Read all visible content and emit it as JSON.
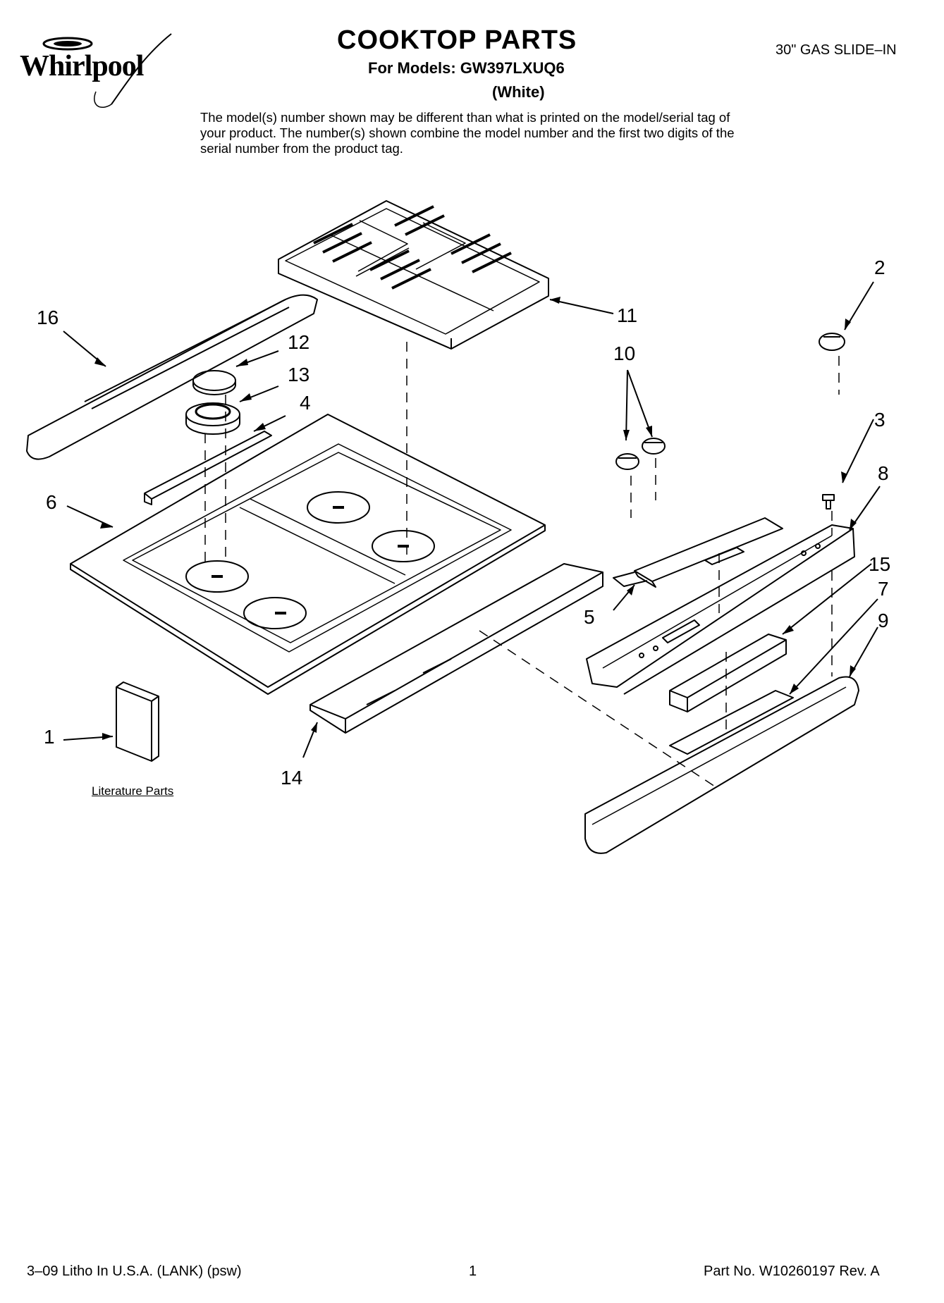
{
  "brand": {
    "logo_text": "Whirlpool"
  },
  "header": {
    "title": "COOKTOP PARTS",
    "models": "For Models: GW397LXUQ6",
    "color": "(White)",
    "category": "30\" GAS SLIDE–IN",
    "disclaimer": "The model(s) number shown may be different than what is printed on the model/serial tag of your product. The number(s) shown combine the model number and the first two digits of the serial number from the product tag."
  },
  "diagram": {
    "literature_label": "Literature Parts",
    "callouts": [
      {
        "id": "c1",
        "label": "1"
      },
      {
        "id": "c2",
        "label": "2"
      },
      {
        "id": "c3",
        "label": "3"
      },
      {
        "id": "c4",
        "label": "4"
      },
      {
        "id": "c5",
        "label": "5"
      },
      {
        "id": "c6",
        "label": "6"
      },
      {
        "id": "c7",
        "label": "7"
      },
      {
        "id": "c8",
        "label": "8"
      },
      {
        "id": "c9",
        "label": "9"
      },
      {
        "id": "c10",
        "label": "10"
      },
      {
        "id": "c11",
        "label": "11"
      },
      {
        "id": "c12",
        "label": "12"
      },
      {
        "id": "c13",
        "label": "13"
      },
      {
        "id": "c14",
        "label": "14"
      },
      {
        "id": "c15",
        "label": "15"
      },
      {
        "id": "c16",
        "label": "16"
      }
    ]
  },
  "footer": {
    "print_info": "3–09 Litho In U.S.A. (LANK) (psw)",
    "page_number": "1",
    "part_number": "Part No. W10260197 Rev. A"
  }
}
